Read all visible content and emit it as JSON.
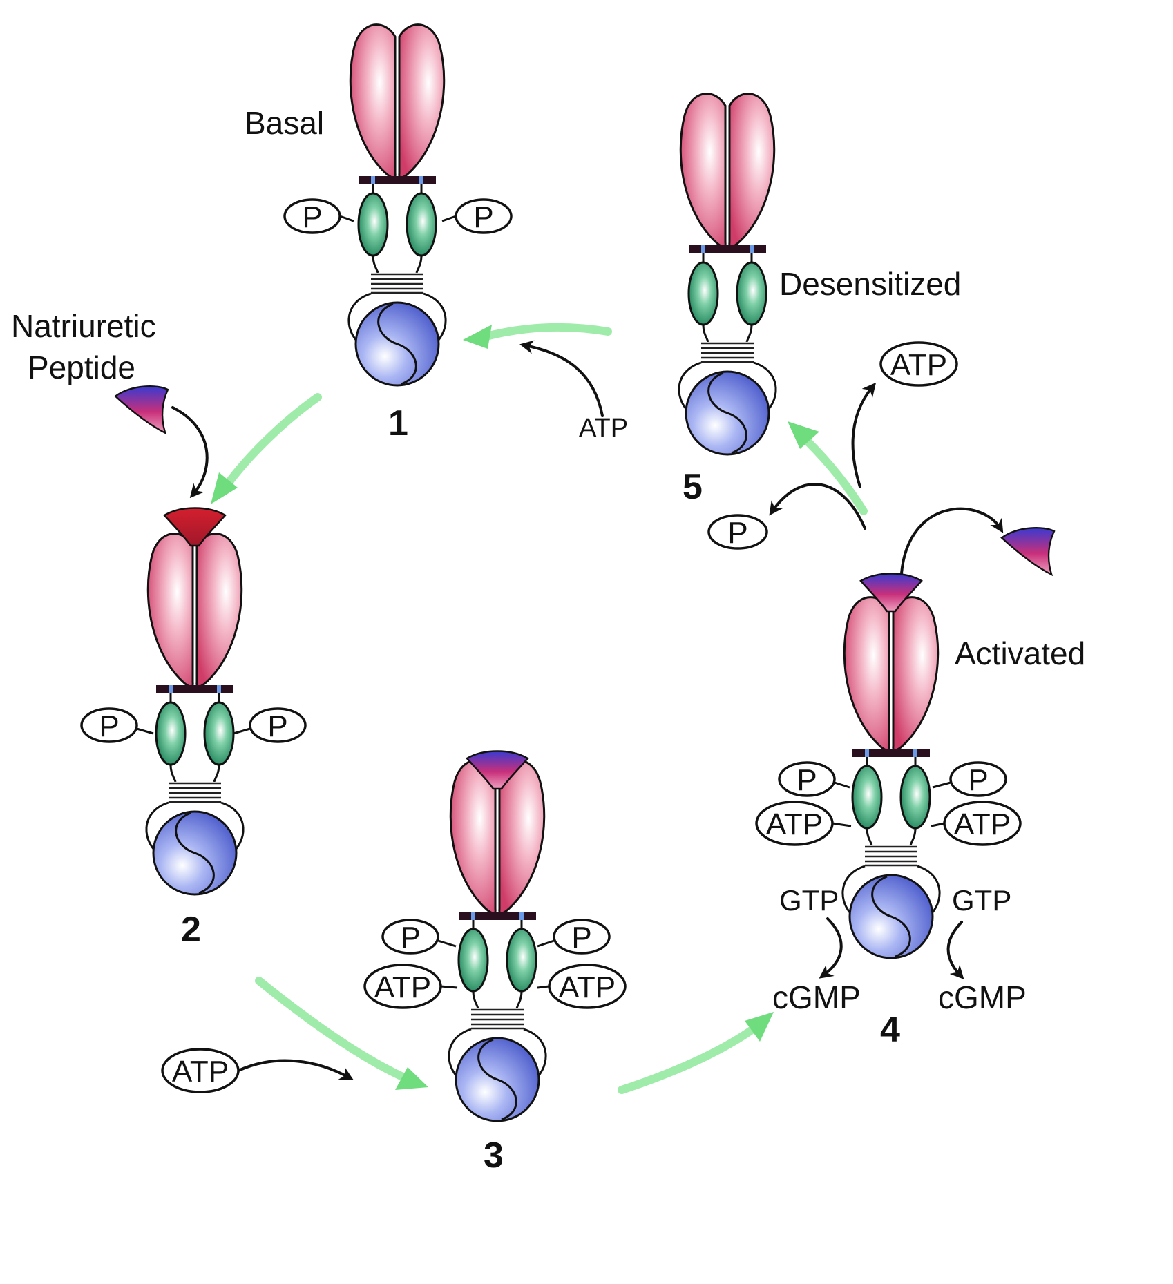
{
  "states": {
    "s1": {
      "number": "1",
      "label": "Basal"
    },
    "s2": {
      "number": "2"
    },
    "s3": {
      "number": "3"
    },
    "s4": {
      "number": "4",
      "label": "Activated"
    },
    "s5": {
      "number": "5",
      "label": "Desensitized"
    }
  },
  "ligand": {
    "label_line1": "Natriuretic",
    "label_line2": "Peptide"
  },
  "symbols": {
    "phosphate": "P",
    "atp": "ATP",
    "gtp": "GTP",
    "cgmp": "cGMP"
  },
  "colors": {
    "extracellular_domain": "#d6416f",
    "kinase_homology_domain": "#1e8a5e",
    "guanylyl_cyclase_domain": "#5a6fd8",
    "natriuretic_peptide": "#c0206a",
    "transition_arrow": "#7ee08a"
  }
}
